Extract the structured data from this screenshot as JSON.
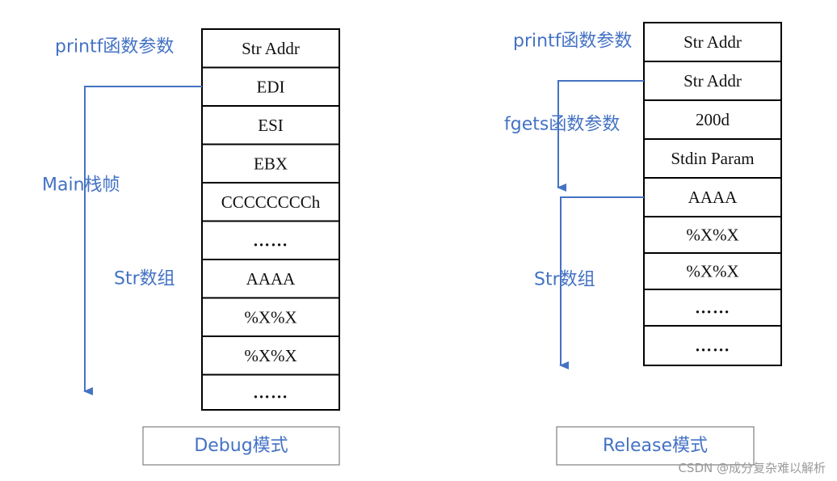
{
  "colors": {
    "accent": "#4472c4",
    "cell_border": "#000000",
    "caption_border": "#7f7f7f",
    "text": "#111111"
  },
  "debug": {
    "cells": [
      "Str Addr",
      "EDI",
      "ESI",
      "EBX",
      "CCCCCCCCh",
      "……",
      "AAAA",
      "%X%X",
      "%X%X",
      "……"
    ],
    "printf_label": "printf函数参数",
    "main_label": "Main栈帧",
    "str_label": "Str数组",
    "caption": "Debug模式"
  },
  "release": {
    "cells": [
      "Str Addr",
      "Str Addr",
      "200d",
      "Stdin Param",
      "AAAA",
      "%X%X",
      "%X%X",
      "……",
      "……"
    ],
    "printf_label": "printf函数参数",
    "fgets_label": "fgets函数参数",
    "str_label": "Str数组",
    "caption": "Release模式"
  },
  "watermark": "CSDN @成分复杂难以解析"
}
